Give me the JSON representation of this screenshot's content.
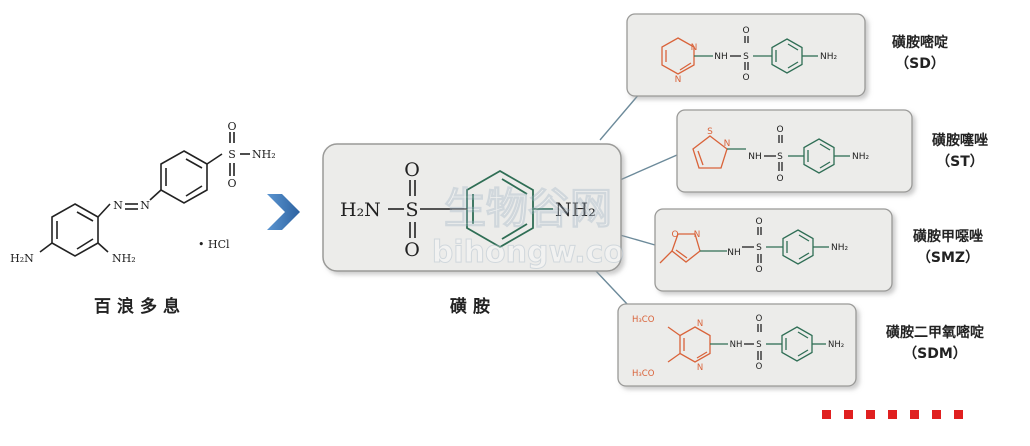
{
  "prontosil": {
    "name": "百浪多息",
    "groups": {
      "nh2_top": "NH₂",
      "nh2_left": "H₂N",
      "nh2_bottom": "NH₂",
      "n1": "N",
      "n2": "N",
      "s": "S",
      "o1": "O",
      "o2": "O",
      "hcl": "• HCl"
    }
  },
  "sulfanilamide": {
    "name": "磺  胺",
    "groups": {
      "left_nh2": "H₂N",
      "right_nh2": "NH₂",
      "s": "S",
      "o_top": "O",
      "o_bottom": "O"
    }
  },
  "derivatives": [
    {
      "name": "磺胺嘧啶",
      "abbr": "（SD）",
      "labels": {
        "n1": "N",
        "n2": "N",
        "nh": "NH",
        "s": "S",
        "o1": "O",
        "o2": "O",
        "nh2": "NH₂"
      }
    },
    {
      "name": "磺胺噻唑",
      "abbr": "（ST）",
      "labels": {
        "s_ring": "S",
        "n_ring": "N",
        "nh": "NH",
        "s": "S",
        "o1": "O",
        "o2": "O",
        "nh2": "NH₂"
      }
    },
    {
      "name": "磺胺甲噁唑",
      "abbr": "（SMZ）",
      "labels": {
        "o_ring": "O",
        "n_ring": "N",
        "nh": "NH",
        "s": "S",
        "o1": "O",
        "o2": "O",
        "nh2": "NH₂"
      }
    },
    {
      "name": "磺胺二甲氧嘧啶",
      "abbr": "（SDM）",
      "labels": {
        "och3_top": "H₃CO",
        "och3_bottom": "H₃CO",
        "n1": "N",
        "n2": "N",
        "nh": "NH",
        "s": "S",
        "o1": "O",
        "o2": "O",
        "nh2": "NH₂"
      }
    }
  ],
  "watermark": {
    "line1": "生物谷网",
    "line2": "bihongw.co"
  },
  "colors": {
    "ring_green": "#2f6e55",
    "accent_orange": "#d9633a",
    "arrow_blue": "#3d78b8",
    "box_bg": "#ececea",
    "box_border": "#9a9a98",
    "dash_red": "#e02020"
  }
}
